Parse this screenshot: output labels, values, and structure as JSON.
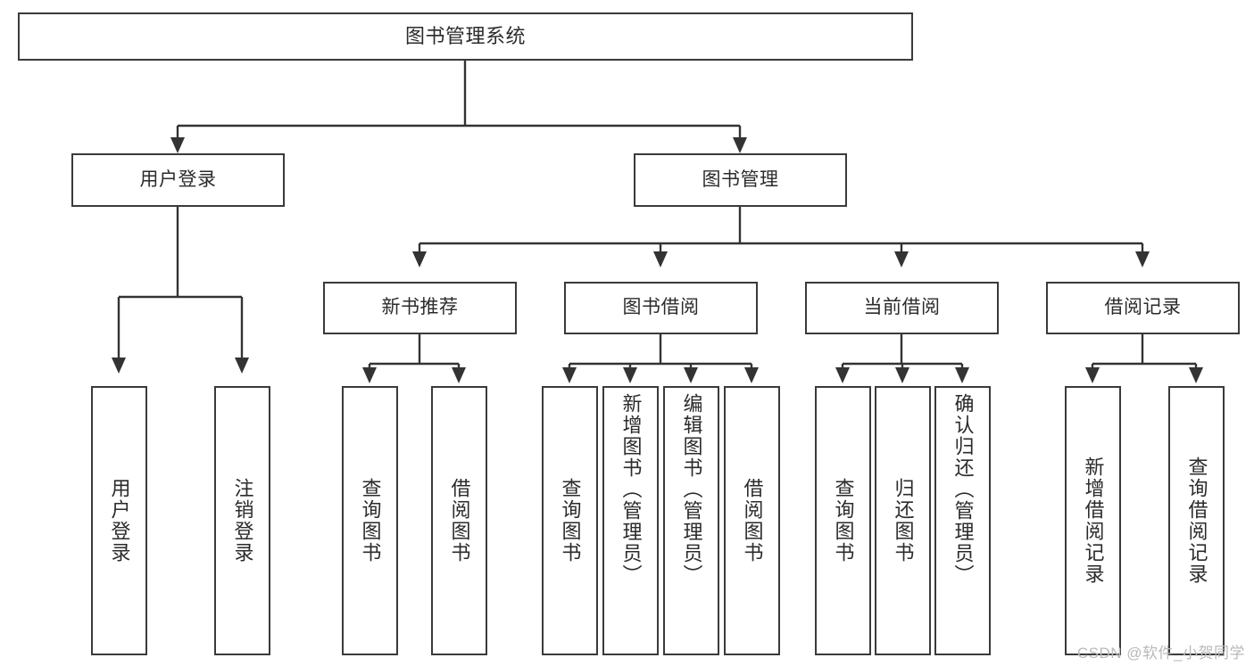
{
  "diagram": {
    "type": "tree-hierarchy-flowchart",
    "title": "图书管理系统",
    "watermark": "CSDN @软件_小贺同学",
    "colors": {
      "box_border": "#3a3a3a",
      "box_fill": "#ffffff",
      "connector": "#333333",
      "text": "#2b2b2b",
      "watermark": "#b9b9b9",
      "background": "#ffffff"
    },
    "levels": [
      {
        "level": 1,
        "nodes": [
          {
            "id": "root",
            "label": "图书管理系统",
            "orientation": "horizontal"
          }
        ]
      },
      {
        "level": 2,
        "nodes": [
          {
            "id": "user-login",
            "label": "用户登录",
            "orientation": "horizontal",
            "parent": "root"
          },
          {
            "id": "book-manage",
            "label": "图书管理",
            "orientation": "horizontal",
            "parent": "root"
          }
        ]
      },
      {
        "level": 3,
        "nodes": [
          {
            "id": "new-book-rec",
            "label": "新书推荐",
            "orientation": "horizontal",
            "parent": "book-manage"
          },
          {
            "id": "book-borrow",
            "label": "图书借阅",
            "orientation": "horizontal",
            "parent": "book-manage"
          },
          {
            "id": "current-borrow",
            "label": "当前借阅",
            "orientation": "horizontal",
            "parent": "book-manage"
          },
          {
            "id": "borrow-record",
            "label": "借阅记录",
            "orientation": "horizontal",
            "parent": "book-manage"
          }
        ]
      },
      {
        "level": 4,
        "nodes": [
          {
            "id": "leaf-user-login",
            "label": "用户登录",
            "orientation": "vertical",
            "parent": "user-login"
          },
          {
            "id": "leaf-user-logout",
            "label": "注销登录",
            "orientation": "vertical",
            "parent": "user-login"
          },
          {
            "id": "leaf-rec-query",
            "label": "查询图书",
            "orientation": "vertical",
            "parent": "new-book-rec"
          },
          {
            "id": "leaf-rec-borrow",
            "label": "借阅图书",
            "orientation": "vertical",
            "parent": "new-book-rec"
          },
          {
            "id": "leaf-borrow-query",
            "label": "查询图书",
            "orientation": "vertical",
            "parent": "book-borrow"
          },
          {
            "id": "leaf-borrow-add",
            "label": "新增图书（管理员）",
            "orientation": "vertical",
            "parent": "book-borrow"
          },
          {
            "id": "leaf-borrow-edit",
            "label": "编辑图书（管理员）",
            "orientation": "vertical",
            "parent": "book-borrow"
          },
          {
            "id": "leaf-borrow-lend",
            "label": "借阅图书",
            "orientation": "vertical",
            "parent": "book-borrow"
          },
          {
            "id": "leaf-cur-query",
            "label": "查询图书",
            "orientation": "vertical",
            "parent": "current-borrow"
          },
          {
            "id": "leaf-cur-return",
            "label": "归还图书",
            "orientation": "vertical",
            "parent": "current-borrow"
          },
          {
            "id": "leaf-cur-confirm",
            "label": "确认归还（管理员）",
            "orientation": "vertical",
            "parent": "current-borrow"
          },
          {
            "id": "leaf-rec-add",
            "label": "新增借阅记录",
            "orientation": "vertical",
            "parent": "borrow-record"
          },
          {
            "id": "leaf-rec-query2",
            "label": "查询借阅记录",
            "orientation": "vertical",
            "parent": "borrow-record"
          }
        ]
      }
    ]
  }
}
